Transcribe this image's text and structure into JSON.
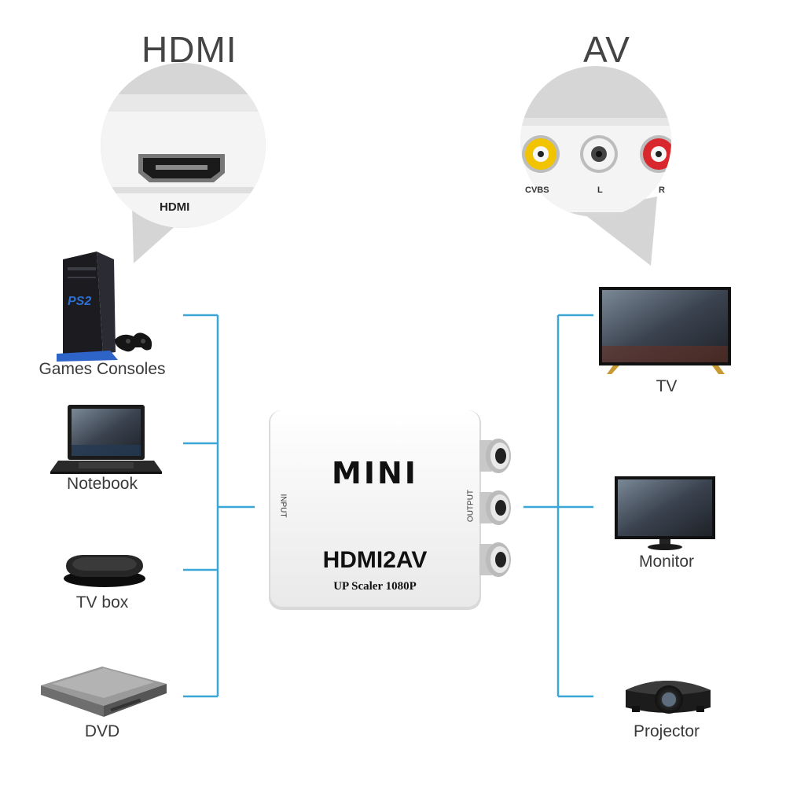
{
  "headings": {
    "left": "HDMI",
    "right": "AV"
  },
  "hdmi_callout": {
    "port_label": "HDMI"
  },
  "av_callout": {
    "port_labels": [
      "CVBS",
      "L",
      "R"
    ]
  },
  "converter": {
    "logo": "MINI",
    "model": "HDMI2AV",
    "subtitle": "UP Scaler 1080P",
    "input_label": "INPUT",
    "output_label": "OUTPUT"
  },
  "sources": [
    {
      "label": "Games Consoles",
      "icon": "game-console-icon"
    },
    {
      "label": "Notebook",
      "icon": "laptop-icon"
    },
    {
      "label": "TV box",
      "icon": "tv-box-icon"
    },
    {
      "label": "DVD",
      "icon": "dvd-player-icon"
    }
  ],
  "outputs": [
    {
      "label": "TV",
      "icon": "tv-icon"
    },
    {
      "label": "Monitor",
      "icon": "monitor-icon"
    },
    {
      "label": "Projector",
      "icon": "projector-icon"
    }
  ],
  "colors": {
    "connector_line": "#3aa7d6",
    "rca_yellow": "#f2c400",
    "rca_white": "#f0f0f0",
    "rca_red": "#d8282e"
  }
}
